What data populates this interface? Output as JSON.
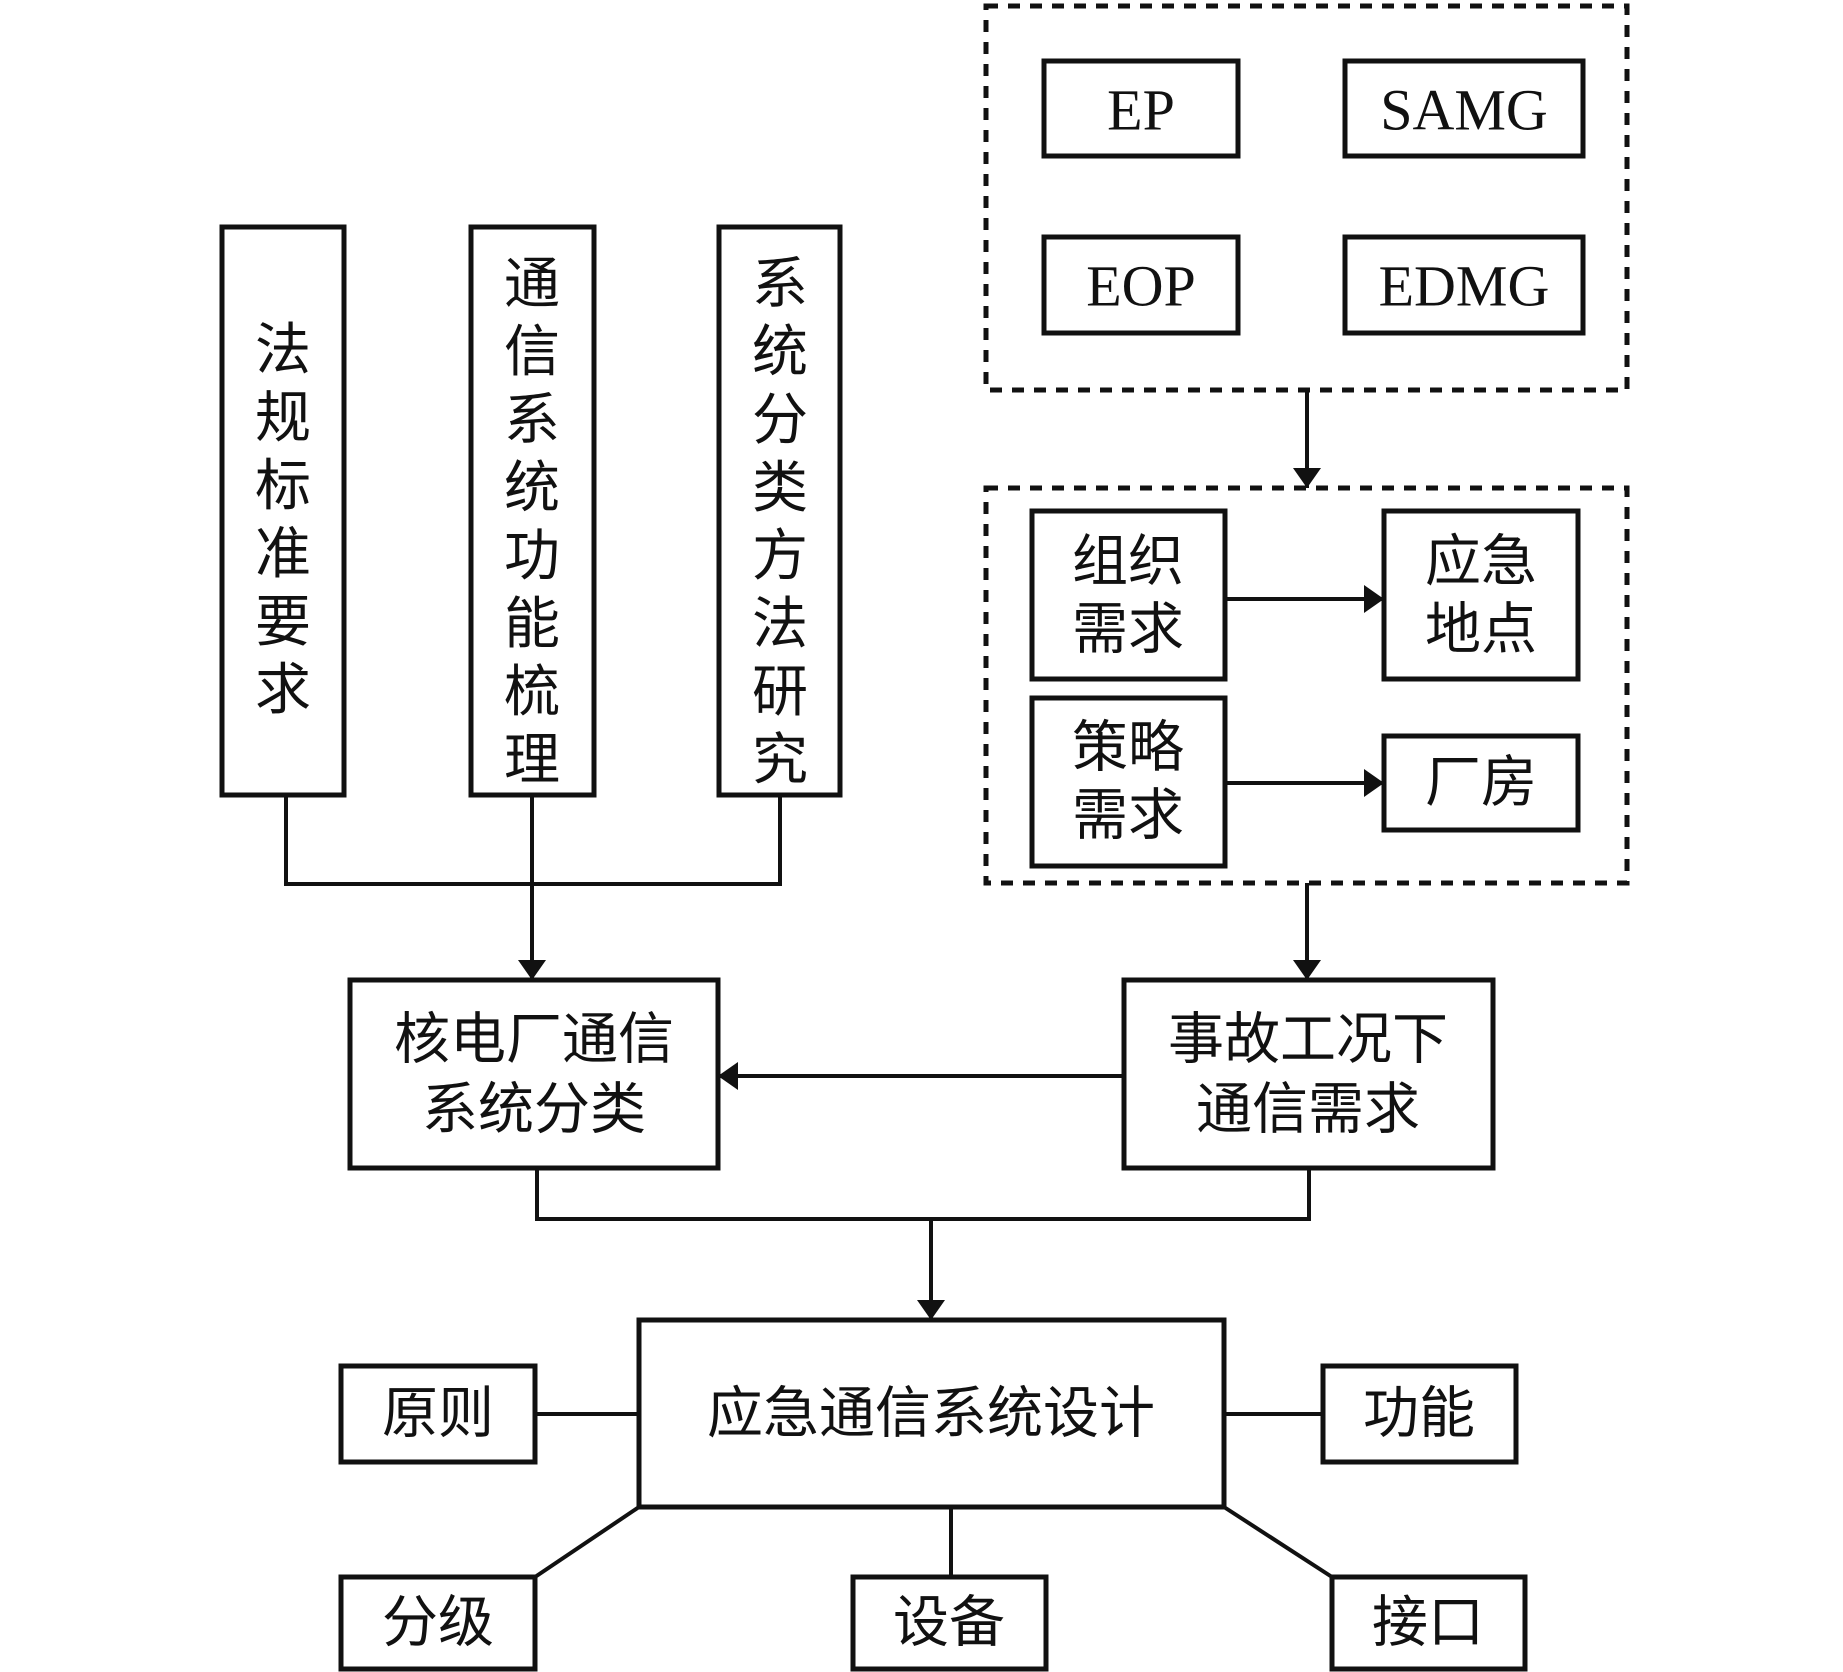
{
  "diagram": {
    "procedures": [
      "EP",
      "SAMG",
      "EOP",
      "EDMG"
    ],
    "inputs": [
      "法规标准要求",
      "通信系统功能梳理",
      "系统分类方法研究"
    ],
    "requirements": {
      "org": "组织需求",
      "location": "应急地点",
      "strategy": "策略需求",
      "building": "厂房"
    },
    "classification": [
      "核电厂通信",
      "系统分类"
    ],
    "accident_needs": [
      "事故工况下",
      "通信需求"
    ],
    "design": "应急通信系统设计",
    "aspects": {
      "principle": "原则",
      "function": "功能",
      "grading": "分级",
      "equipment": "设备",
      "interface": "接口"
    },
    "colors": {
      "stroke": "#111111",
      "background": "#ffffff"
    }
  }
}
